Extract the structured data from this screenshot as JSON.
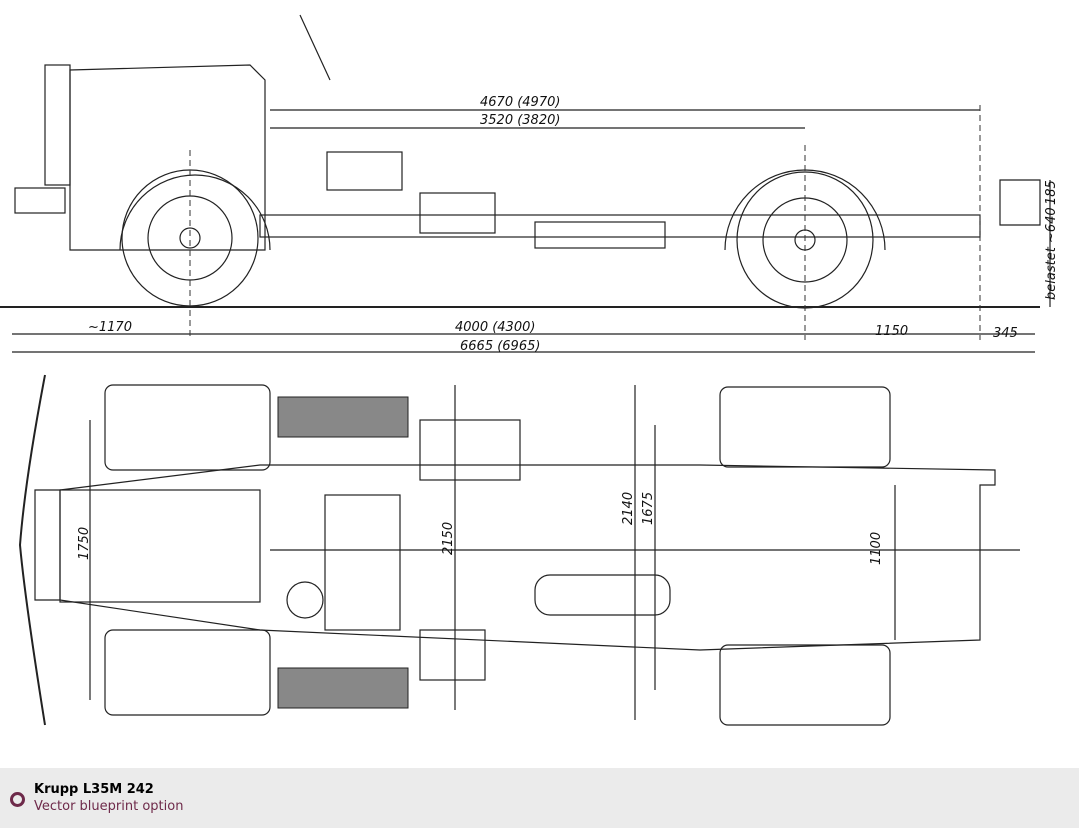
{
  "caption": {
    "title": "Krupp L35M 242",
    "subtitle": "Vector blueprint option",
    "accent": "#6e2a4a"
  },
  "side_view_dims": {
    "overall_upper": "4670 (4970)",
    "upper_inner": "3520 (3820)",
    "front_overhang": "~1170",
    "wheelbase": "4000 (4300)",
    "rear_overhang": "1150",
    "hitch": "345",
    "overall_length": "6665 (6965)",
    "hitch_height": "belastet ~640",
    "hitch_offset": "185"
  },
  "top_view_dims": {
    "front_track": "1750",
    "width_cab": "2150",
    "rear_width": "2140",
    "rear_track": "1675",
    "frame_width": "1100"
  }
}
